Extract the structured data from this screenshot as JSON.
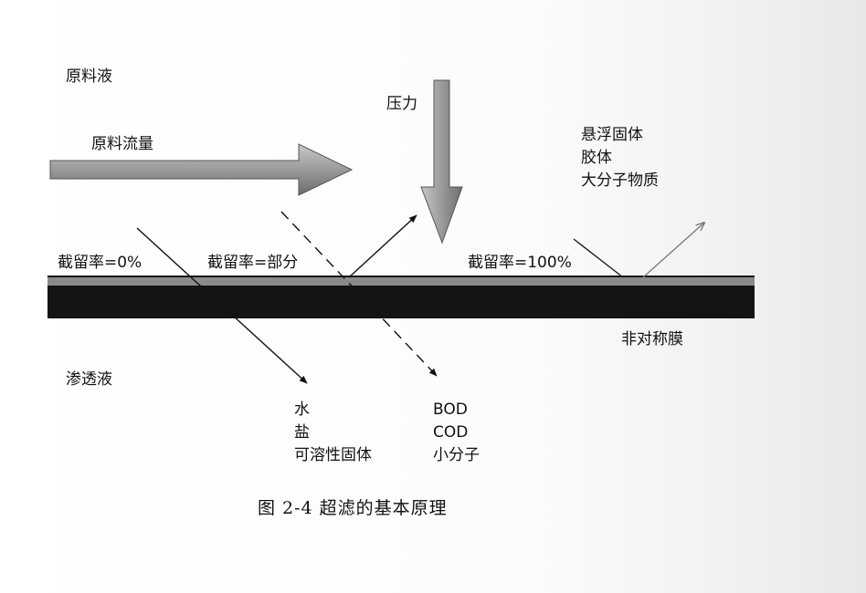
{
  "labels": {
    "feed_liquid": "原料液",
    "feed_flow": "原料流量",
    "pressure": "压力",
    "permeate": "渗透液",
    "membrane": "非对称膜",
    "rejection_zero": "截留率=0%",
    "rejection_partial": "截留率=部分",
    "rejection_full": "截留率=100%"
  },
  "retained_items": [
    "悬浮固体",
    "胶体",
    "大分子物质"
  ],
  "pass_through_items": [
    "水",
    "盐",
    "可溶性固体"
  ],
  "partial_items": [
    "BOD",
    "COD",
    "小分子"
  ],
  "caption": "图 2-4   超滤的基本原理",
  "colors": {
    "membrane": "#141414",
    "membrane_top": "#8a8a8a",
    "arrow_fill": "#9a9a9a",
    "ink": "#111111"
  }
}
